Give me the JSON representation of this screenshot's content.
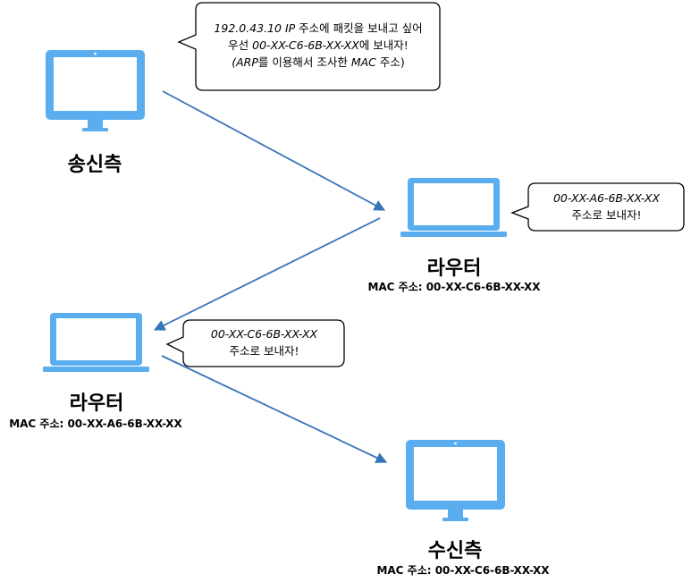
{
  "nodes": {
    "sender": {
      "label": "송신측"
    },
    "router1": {
      "label": "라우터",
      "mac_line": "MAC 주소: 00-XX-C6-6B-XX-XX"
    },
    "router2": {
      "label": "라우터",
      "mac_line": "MAC 주소: 00-XX-A6-6B-XX-XX"
    },
    "receiver": {
      "label": "수신측",
      "mac_line": "MAC 주소: 00-XX-C6-6B-XX-XX"
    }
  },
  "bubbles": {
    "sender": {
      "line1_ip": "192.0.43.10 IP",
      "line1_rest": " 주소에 패킷을 보내고 싶어",
      "line2_pre": "우선 ",
      "line2_mac": "00-XX-C6-6B-XX-XX",
      "line2_post": "에 보내자!",
      "line3_open": "(ARP",
      "line3_mid": "를 이용해서 조사한 ",
      "line3_mac": "MAC",
      "line3_close": " 주소)"
    },
    "router1": {
      "line1": "00-XX-A6-6B-XX-XX",
      "line2": "주소로 보내자!"
    },
    "router2": {
      "line1": "00-XX-C6-6B-XX-XX",
      "line2": "주소로 보내자!"
    }
  },
  "colors": {
    "device": "#5aaeef",
    "arrow": "#3774b8",
    "bubble_border": "#000000",
    "bubble_fill": "#ffffff"
  },
  "icons": {
    "sender": "desktop-monitor-icon",
    "router1": "laptop-icon",
    "router2": "laptop-icon",
    "receiver": "desktop-monitor-icon"
  }
}
